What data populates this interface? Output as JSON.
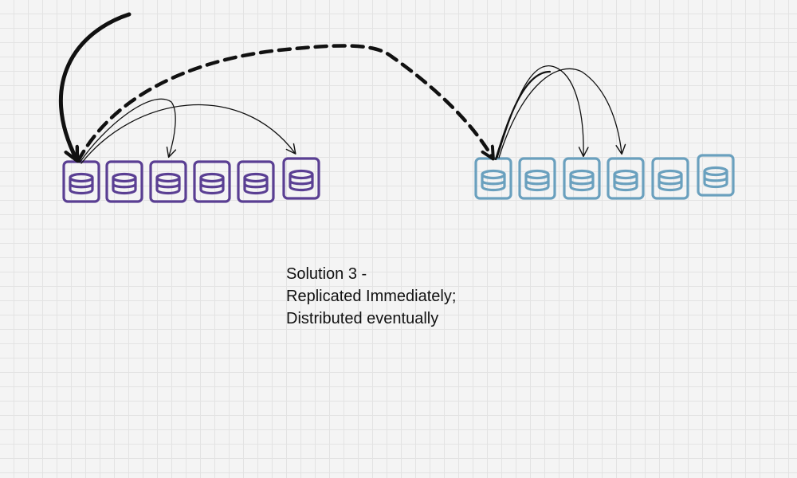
{
  "caption": {
    "line1": "Solution 3 -",
    "line2": "Replicated Immediately;",
    "line3": "Distributed eventually"
  },
  "clusters": [
    {
      "color": "#5a3f93",
      "node_count": 6
    },
    {
      "color": "#6aa0be",
      "node_count": 6
    }
  ],
  "arrows": {
    "color": "#111111"
  }
}
